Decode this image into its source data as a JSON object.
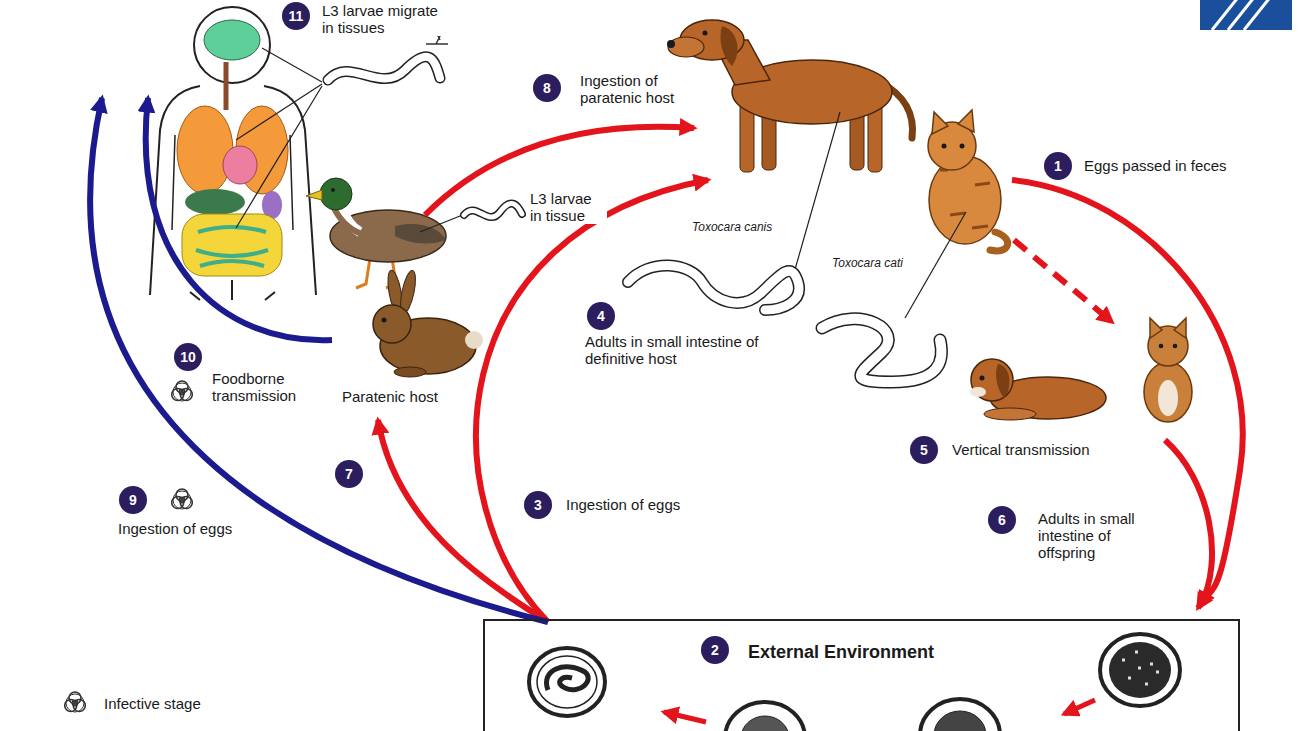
{
  "diagram": {
    "nodes": [
      {
        "text": [
          "External Environment"
        ]
      }
    ],
    "labels": [
      "11",
      "L3 larvae migrate in tissues",
      "8",
      "Ingestion of paratenic host",
      "1",
      "Eggs passed in feces",
      "L3 larvae in tissue",
      "Toxocara canis",
      "Toxocara cati",
      "4",
      "Adults in small intestine of definitive host",
      "10",
      "Foodborne transmission",
      "Paratenic host",
      "5",
      "Vertical transmission",
      "7",
      "9",
      "Ingestion of eggs",
      "3",
      "Ingestion of eggs",
      "6",
      "Adults in small intestine of offspring",
      "2"
    ],
    "legend": [
      {
        "text": "Infective stage"
      }
    ]
  }
}
